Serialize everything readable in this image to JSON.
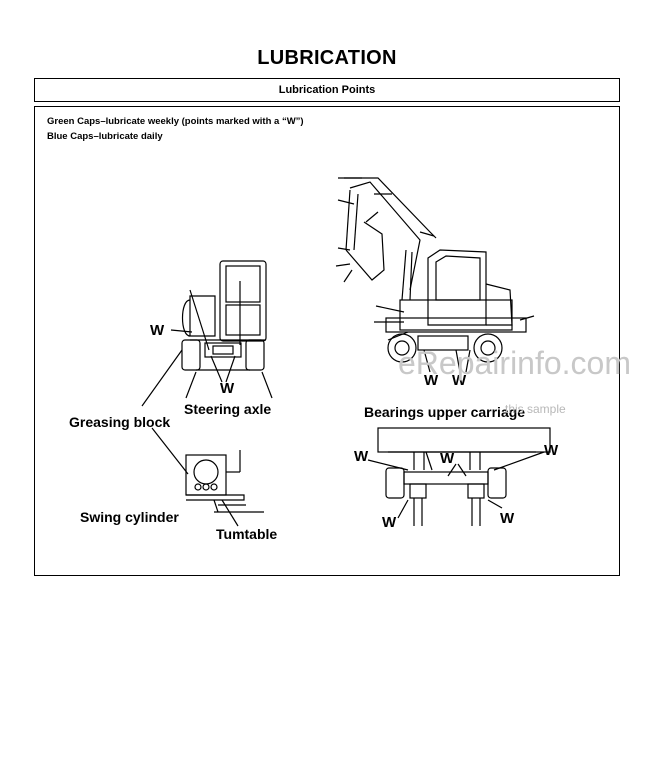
{
  "page": {
    "title": "LUBRICATION",
    "section_title": "Lubrication Points"
  },
  "notes": {
    "line1": "Green Caps–lubricate weekly (points marked with a “W”)",
    "line2": "Blue Caps–lubricate daily"
  },
  "diagram": {
    "labels": {
      "greasing_block": "Greasing block",
      "steering_axle": "Steering axle",
      "swing_cylinder": "Swing cylinder",
      "turntable": "Tumtable",
      "bearings_upper_carriage": "Bearings upper carriage"
    },
    "weekly_marker": "W"
  },
  "watermark": {
    "main": "eRepairinfo.com",
    "sub": "this sample"
  }
}
